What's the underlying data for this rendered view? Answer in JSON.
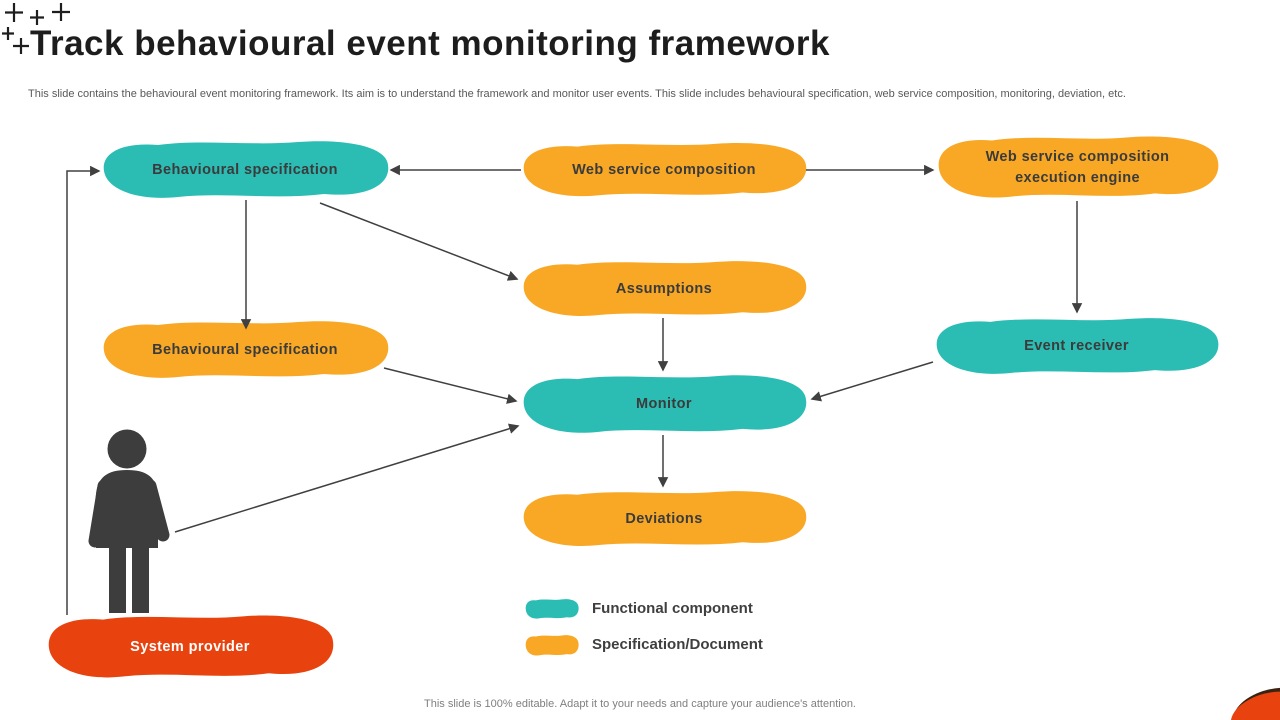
{
  "slide": {
    "title": "Track behavioural event monitoring framework",
    "subtitle": "This slide contains the behavioural event monitoring framework. Its aim is to understand the framework and monitor user events. This slide includes behavioural specification, web service composition, monitoring, deviation, etc.",
    "footer": "This slide is 100% editable.  Adapt it to your needs and capture your audience's attention."
  },
  "colors": {
    "functional": "#2bbdb3",
    "specification": "#f9a826",
    "provider": "#e8430e",
    "line": "#404040"
  },
  "nodes": [
    {
      "id": "behavioural-specification-top",
      "label": "Behavioural specification",
      "type": "functional"
    },
    {
      "id": "web-service-composition",
      "label": "Web service composition",
      "type": "specification"
    },
    {
      "id": "wsc-execution-engine",
      "label": "Web service composition execution engine",
      "type": "specification"
    },
    {
      "id": "assumptions",
      "label": "Assumptions",
      "type": "specification"
    },
    {
      "id": "behavioural-specification-left",
      "label": "Behavioural specification",
      "type": "specification"
    },
    {
      "id": "event-receiver",
      "label": "Event receiver",
      "type": "functional"
    },
    {
      "id": "monitor",
      "label": "Monitor",
      "type": "functional"
    },
    {
      "id": "deviations",
      "label": "Deviations",
      "type": "specification"
    },
    {
      "id": "system-provider",
      "label": "System provider",
      "type": "provider"
    }
  ],
  "edges": [
    {
      "from": "system-provider",
      "to": "behavioural-specification-top"
    },
    {
      "from": "web-service-composition",
      "to": "behavioural-specification-top"
    },
    {
      "from": "web-service-composition",
      "to": "wsc-execution-engine"
    },
    {
      "from": "behavioural-specification-top",
      "to": "behavioural-specification-left"
    },
    {
      "from": "behavioural-specification-top",
      "to": "assumptions"
    },
    {
      "from": "assumptions",
      "to": "monitor"
    },
    {
      "from": "wsc-execution-engine",
      "to": "event-receiver"
    },
    {
      "from": "event-receiver",
      "to": "monitor"
    },
    {
      "from": "behavioural-specification-left",
      "to": "monitor"
    },
    {
      "from": "person",
      "to": "monitor"
    },
    {
      "from": "monitor",
      "to": "deviations"
    }
  ],
  "legend": [
    {
      "label": "Functional component",
      "type": "functional"
    },
    {
      "label": "Specification/Document",
      "type": "specification"
    }
  ],
  "icons": {
    "figure": "person-silhouette",
    "decoration": "plus-marks"
  }
}
